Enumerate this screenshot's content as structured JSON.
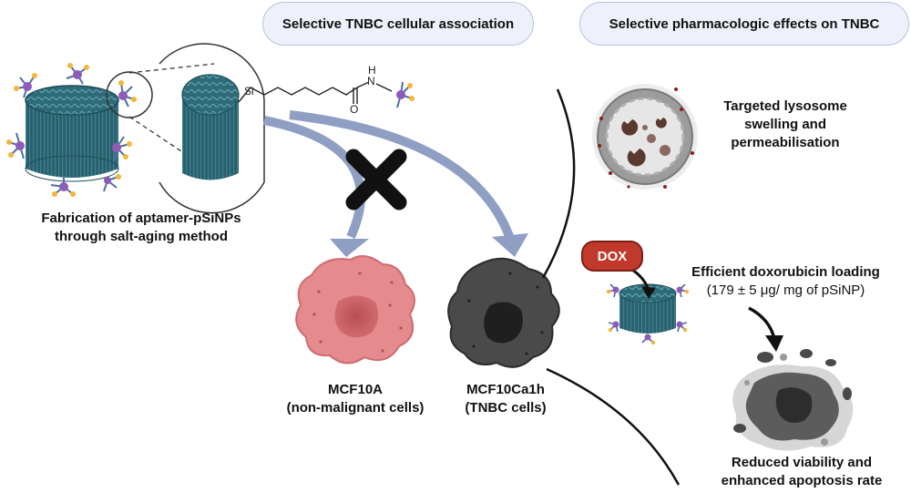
{
  "pills": {
    "left": "Selective TNBC cellular association",
    "right": "Selective pharmacologic effects on TNBC"
  },
  "fabrication": {
    "line1": "Fabrication of aptamer-pSiNPs",
    "line2": "through salt-aging method"
  },
  "chemistry": {
    "si": "Si",
    "n": "N",
    "h": "H",
    "o": "O"
  },
  "cells": {
    "mcf10a": {
      "name": "MCF10A",
      "desc": "(non-malignant cells)"
    },
    "mcf10ca1h": {
      "name": "MCF10Ca1h",
      "desc": "(TNBC cells)"
    }
  },
  "effects": {
    "lysosome": {
      "line1": "Targeted lysosome",
      "line2": "swelling and",
      "line3": "permeabilisation"
    },
    "dox_badge": "DOX",
    "loading": {
      "line1": "Efficient doxorubicin loading",
      "line2": "(179 ± 5 μg/ mg of pSiNP)"
    },
    "apoptosis": {
      "line1": "Reduced viability and",
      "line2": "enhanced apoptosis rate"
    }
  },
  "colors": {
    "arrow": "#8f9fc4",
    "particle": "#2e6a78",
    "healthy_cell": "#e58a8d",
    "tnbc_cell": "#4a4a4a",
    "dox": "#c0392b"
  }
}
